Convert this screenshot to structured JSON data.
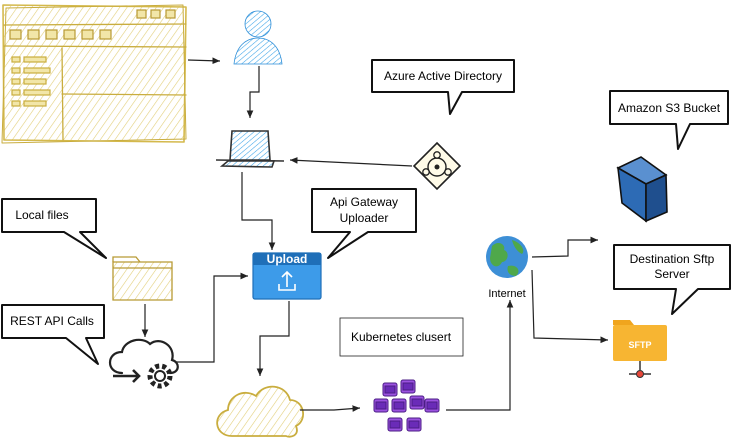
{
  "labels": {
    "azure_ad": "Azure Active Directory",
    "amazon_s3": "Amazon S3 Bucket",
    "local_files": "Local files",
    "api_gateway_line1": "Api Gateway",
    "api_gateway_line2": "Uploader",
    "destination_line1": "Destination Sftp",
    "destination_line2": "Server",
    "rest_api": "REST API Calls",
    "kubernetes": "Kubernetes clusert",
    "internet": "Internet",
    "upload": "Upload",
    "sftp": "SFTP"
  },
  "colors": {
    "sketch_yellow": "#d9c15a",
    "sketch_blue": "#2f8fd8",
    "upload_blue": "#3d9be9",
    "s3_blue": "#2d6bb5",
    "sftp_orange": "#f7b532",
    "kube_purple": "#8a3fd1",
    "edge": "#222222"
  }
}
